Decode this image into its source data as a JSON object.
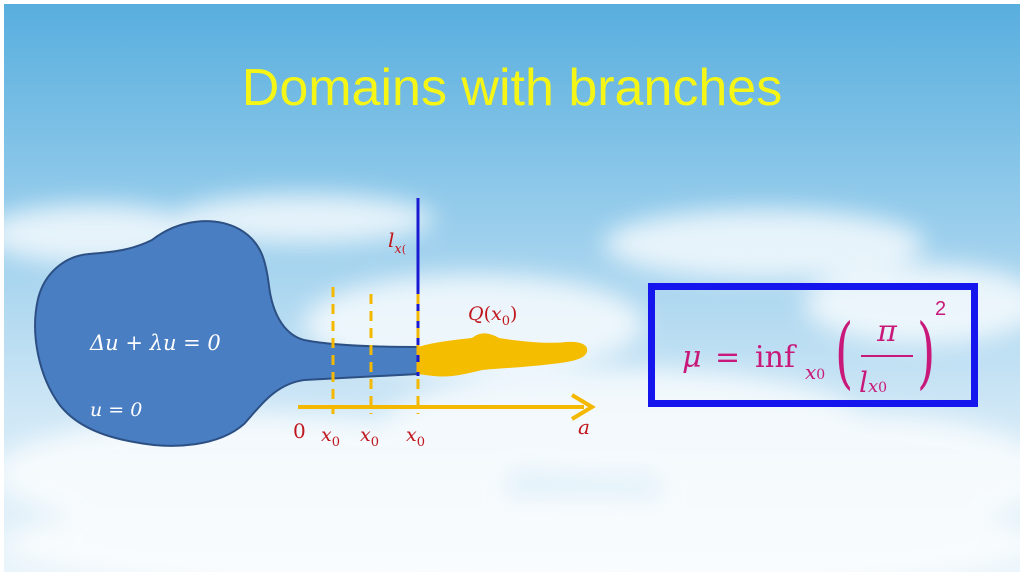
{
  "slide": {
    "title": "Domains with branches"
  },
  "diagram": {
    "equation": "Δu + λu = 0",
    "boundary_condition": "u = 0",
    "axis": {
      "origin_label": "0",
      "end_label": "a",
      "tick_labels": [
        "x",
        "x",
        "x"
      ],
      "tick_subscript": "0"
    },
    "length_label": {
      "base": "l",
      "sub": "x",
      "sub_tail": "("
    },
    "branch_label": {
      "name": "Q",
      "open": "(",
      "var": "x",
      "sub": "0",
      "close": ")"
    }
  },
  "formula": {
    "mu": "μ",
    "equals": "=",
    "inf": "inf",
    "inf_sub": "x",
    "inf_sub0": "0",
    "numerator": "π",
    "denominator": "l",
    "den_sub": "x",
    "den_sub0": "0",
    "left_paren": "(",
    "right_paren": ")",
    "exponent": "2"
  },
  "colors": {
    "title": "#f5f516",
    "domain_fill": "#4a7ec2",
    "domain_stroke": "#2c5084",
    "branch_fill": "#f5bd00",
    "axis": "#f5b800",
    "label_red": "#c0171d",
    "blue_line": "#1a1ad2",
    "formula": "#c8197a",
    "box_border": "#1515ee"
  }
}
